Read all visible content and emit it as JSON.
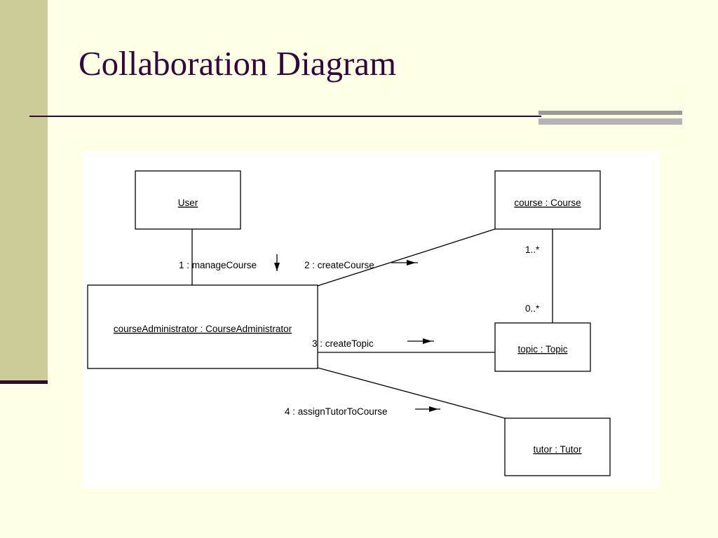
{
  "slide": {
    "title": "Collaboration Diagram"
  },
  "diagram": {
    "objects": {
      "user": "User",
      "course": "course : Course",
      "administrator": "courseAdministrator : CourseAdministrator",
      "topic": "topic : Topic",
      "tutor": "tutor : Tutor"
    },
    "messages": {
      "m1": "1 : manageCourse",
      "m2": "2 : createCourse",
      "m3": "3 : createTopic",
      "m4": "4 : assignTutorToCourse"
    },
    "multiplicities": {
      "course_end": "1..*",
      "topic_end": "0..*"
    }
  },
  "colors": {
    "background": "#FFFFE5",
    "accent_bar": "#CCCC99",
    "title": "#33073E"
  }
}
